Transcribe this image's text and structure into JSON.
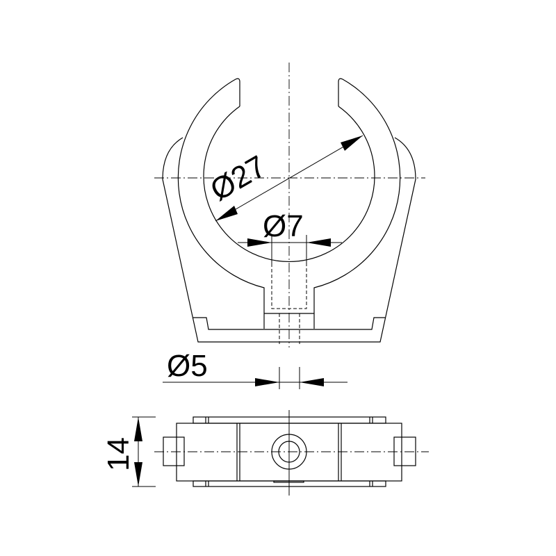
{
  "dimensions": {
    "inner_diameter": "Ø27",
    "hole_diameter": "Ø7",
    "bore_diameter": "Ø5",
    "height": "14"
  },
  "colors": {
    "line": "#000000",
    "background": "#ffffff"
  }
}
